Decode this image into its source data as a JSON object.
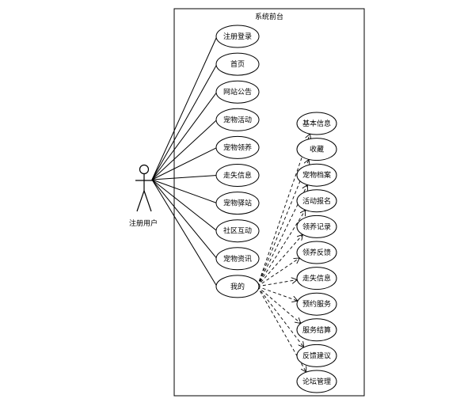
{
  "system": {
    "title": "系统前台"
  },
  "actor": {
    "label": "注册用户"
  },
  "main_use_cases": [
    {
      "id": "register-login",
      "label": "注册登录"
    },
    {
      "id": "home",
      "label": "首页"
    },
    {
      "id": "site-notice",
      "label": "网站公告"
    },
    {
      "id": "pet-activity",
      "label": "宠物活动"
    },
    {
      "id": "pet-adoption",
      "label": "宠物领养"
    },
    {
      "id": "lost-info",
      "label": "走失信息"
    },
    {
      "id": "pet-station",
      "label": "宠物驿站"
    },
    {
      "id": "community",
      "label": "社区互动"
    },
    {
      "id": "pet-news",
      "label": "宠物资讯"
    },
    {
      "id": "mine",
      "label": "我的"
    }
  ],
  "mine_sub_use_cases": [
    {
      "id": "basic-info",
      "label": "基本信息"
    },
    {
      "id": "favorites",
      "label": "收藏"
    },
    {
      "id": "pet-files",
      "label": "宠物档案"
    },
    {
      "id": "activity-signup",
      "label": "活动报名"
    },
    {
      "id": "adoption-records",
      "label": "领养记录"
    },
    {
      "id": "adoption-feedback",
      "label": "领养反馈"
    },
    {
      "id": "lost-info-2",
      "label": "走失信息"
    },
    {
      "id": "booking-service",
      "label": "预约服务"
    },
    {
      "id": "service-settlement",
      "label": "服务结算"
    },
    {
      "id": "feedback-suggestion",
      "label": "反馈建议"
    },
    {
      "id": "forum-management",
      "label": "论坛管理"
    }
  ]
}
